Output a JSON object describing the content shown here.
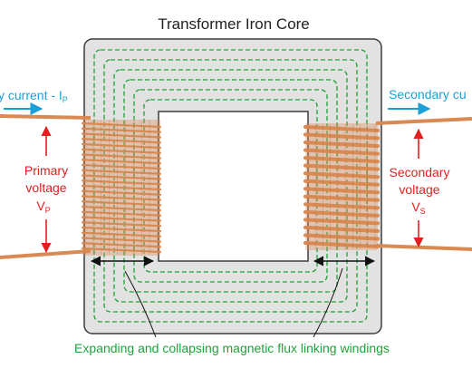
{
  "title": "Transformer Iron Core",
  "primary": {
    "current_text": "y current - I",
    "current_sub": "P",
    "voltage_line1": "Primary",
    "voltage_line2": "voltage",
    "voltage_symbol": "V",
    "voltage_sub": "P"
  },
  "secondary": {
    "current_text": "Secondary cu",
    "voltage_line1": "Secondary",
    "voltage_line2": "voltage",
    "voltage_symbol": "V",
    "voltage_sub": "S"
  },
  "caption": "Expanding and collapsing magnetic flux linking windings",
  "colors": {
    "core_fill": "#e2e2e2",
    "core_stroke": "#3c3c3c",
    "flux": "#1fa33a",
    "winding": "#d98a52",
    "winding_dark": "#b86a35",
    "voltage": "#e02020",
    "current": "#1aa0d8",
    "caption": "#1fa33a"
  }
}
